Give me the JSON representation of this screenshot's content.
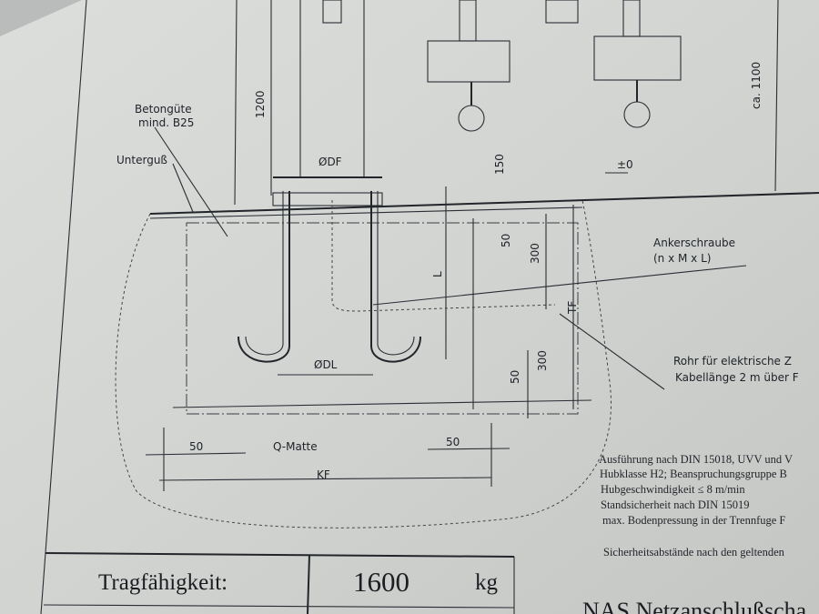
{
  "drawing": {
    "concrete_grade": "Betongüte",
    "concrete_min": "mind. B25",
    "grout": "Unterguß",
    "dim_1200": "1200",
    "dia_df": "ØDF",
    "dim_150": "150",
    "zero_level": "±0",
    "dim_ca1100": "ca. 1100",
    "dim_50_upper": "50",
    "dim_300_upper": "300",
    "dim_L": "L",
    "dim_TF": "TF",
    "dia_dl": "ØDL",
    "anchor_bolt": "Ankerschraube",
    "anchor_spec": "(n x M x L)",
    "pipe_line1": "Rohr für elektrische Z",
    "pipe_line2": "Kabellänge 2 m über F",
    "dim_50_lower": "50",
    "dim_300_lower": "300",
    "dim_50_left": "50",
    "mesh": "Q-Matte",
    "dim_50_right": "50",
    "dim_KF": "KF"
  },
  "notes": [
    "Ausführung nach DIN 15018, UVV und V",
    "Hubklasse H2; Beanspruchungsgruppe B",
    "Hubgeschwindigkeit ≤ 8 m/min",
    "Standsicherheit nach DIN 15019",
    "max. Bodenpressung in der Trennfuge F",
    "Sicherheitsabstände nach den geltenden"
  ],
  "table": {
    "capacity_label": "Tragfähigkeit:",
    "capacity_value": "1600",
    "capacity_unit": "kg"
  },
  "footer": "NAS   Netzanschlußscha"
}
